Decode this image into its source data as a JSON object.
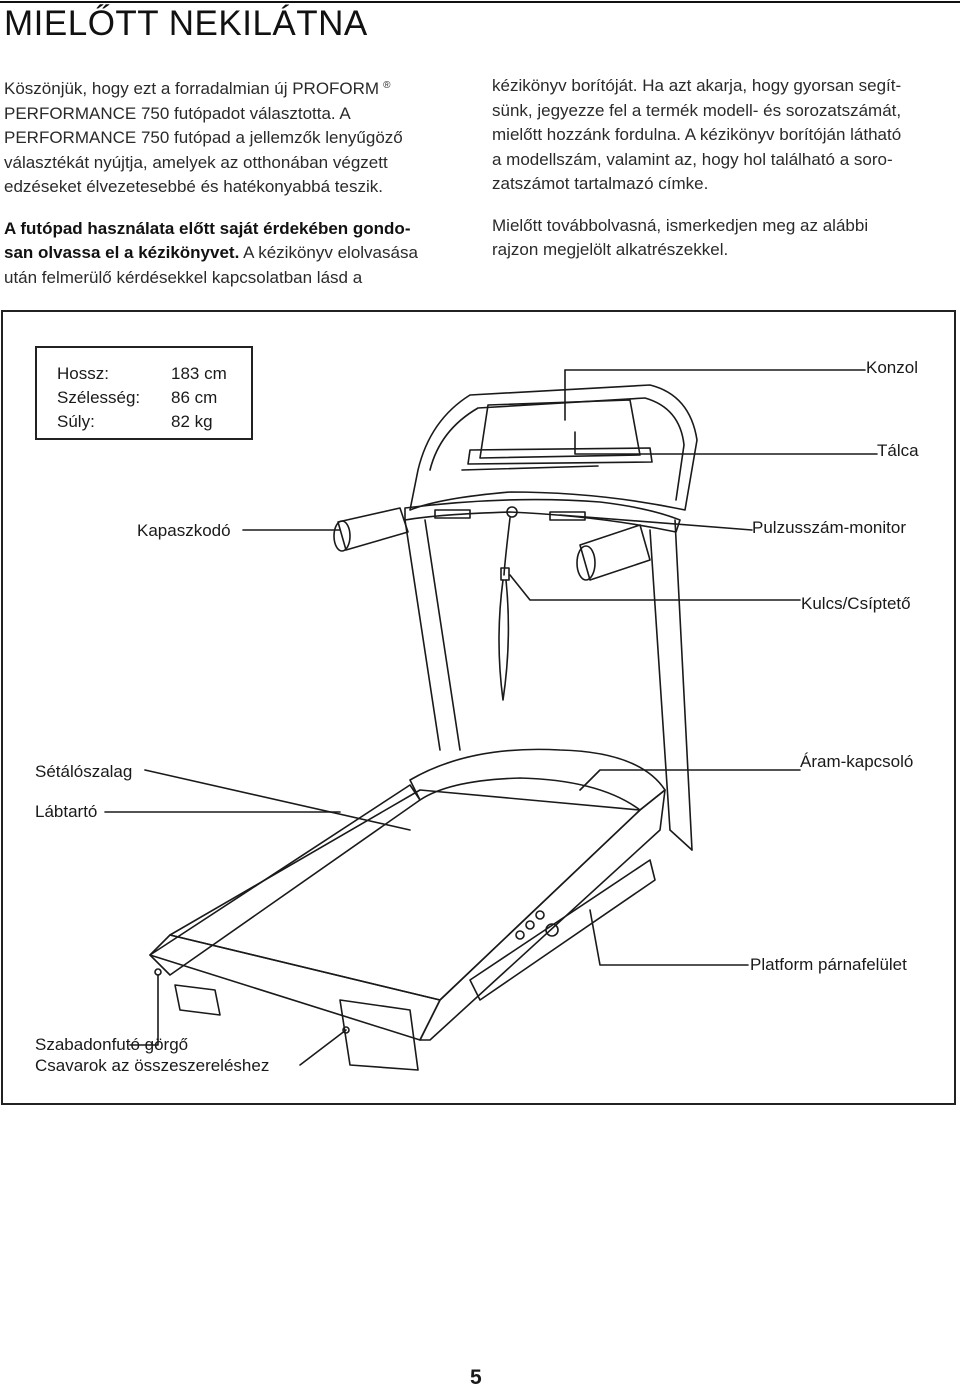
{
  "header": {
    "title": "MIELŐTT NEKILÁTNA"
  },
  "intro": {
    "p1_lines": [
      "Köszönjük, hogy ezt a forradalmian új PROFORM",
      "PERFORMANCE 750 futópadot választotta. A",
      "PERFORMANCE 750 futópad a jellemzők lenyűgöző",
      "választékát nyújtja, amelyek az otthonában végzett",
      "edzéseket élvezetesebbé és hatékonyabbá teszik."
    ],
    "registered_mark": "®",
    "p2_bold_lines": [
      "A futópad használata előtt saját érdekében gondo-",
      "san olvassa el a kézikönyvet."
    ],
    "p2_rest": " A kézikönyv elolvasása",
    "p2_lines": [
      "után felmerülő kérdésekkel kapcsolatban lásd a"
    ],
    "p3_lines": [
      "kézikönyv borítóját. Ha azt akarja, hogy gyorsan segít-",
      "sünk, jegyezze fel a termék modell- és sorozatszámát,",
      "mielőtt hozzánk fordulna. A kézikönyv borítóján látható",
      "a modellszám, valamint az, hogy hol található a soro-",
      "zatszámot tartalmazó címke."
    ],
    "p4_lines": [
      "Mielőtt továbbolvasná, ismerkedjen meg az alábbi",
      "rajzon megjelölt alkatrészekkel."
    ]
  },
  "specs": [
    {
      "label": "Hossz:",
      "value": "183 cm"
    },
    {
      "label": "Szélesség:",
      "value": "86 cm"
    },
    {
      "label": "Súly:",
      "value": "82 kg"
    }
  ],
  "labels": {
    "konzol": "Konzol",
    "talca": "Tálca",
    "kapaszkodo": "Kapaszkodó",
    "pulzus": "Pulzusszám-monitor",
    "kulcs": "Kulcs/Csíptető",
    "setaloszalag": "Sétálószalag",
    "lábtarto": "Lábtartó",
    "aram": "Áram-kapcsoló",
    "platform": "Platform párnafelület",
    "gorgo_line1": "Szabadonfutó görgő",
    "gorgo_line2": "Csavarok az összeszereléshez"
  },
  "page_number": "5"
}
